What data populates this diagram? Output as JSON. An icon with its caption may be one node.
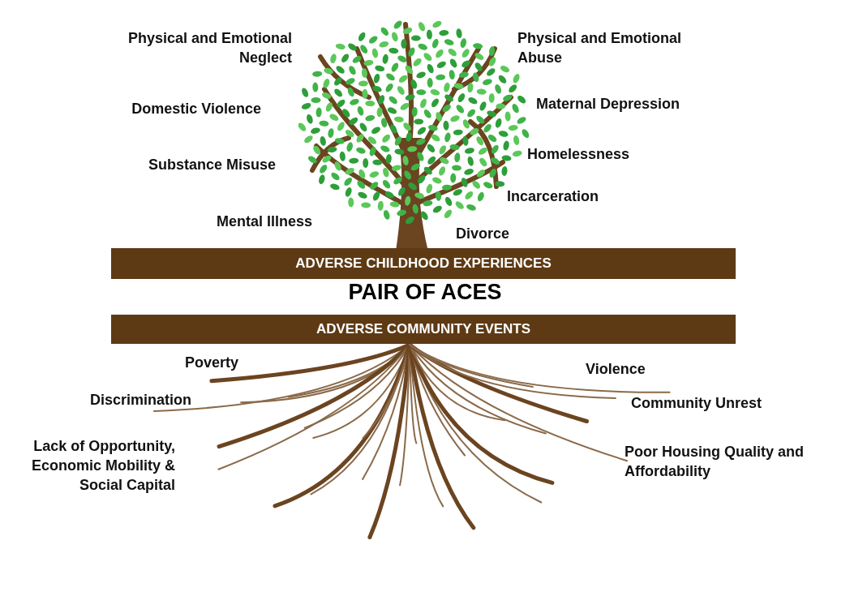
{
  "diagram": {
    "title": "PAIR OF ACES",
    "nodes": [
      {
        "text": [
          "ADVERSE CHILDHOOD EXPERIENCES"
        ]
      },
      {
        "text": [
          "ADVERSE COMMUNITY EVENTS"
        ]
      }
    ],
    "labels": [
      "Physical and Emotional Neglect",
      "Physical and Emotional Abuse",
      "Maternal Depression",
      "Domestic Violence",
      "Homelessness",
      "Substance Misuse",
      "Incarceration",
      "Mental Illness",
      "Divorce",
      "Poverty",
      "Violence",
      "Discrimination",
      "Community Unrest",
      "Lack of Opportunity, Economic Mobility & Social Capital",
      "Poor Housing Quality and Affordability"
    ]
  }
}
